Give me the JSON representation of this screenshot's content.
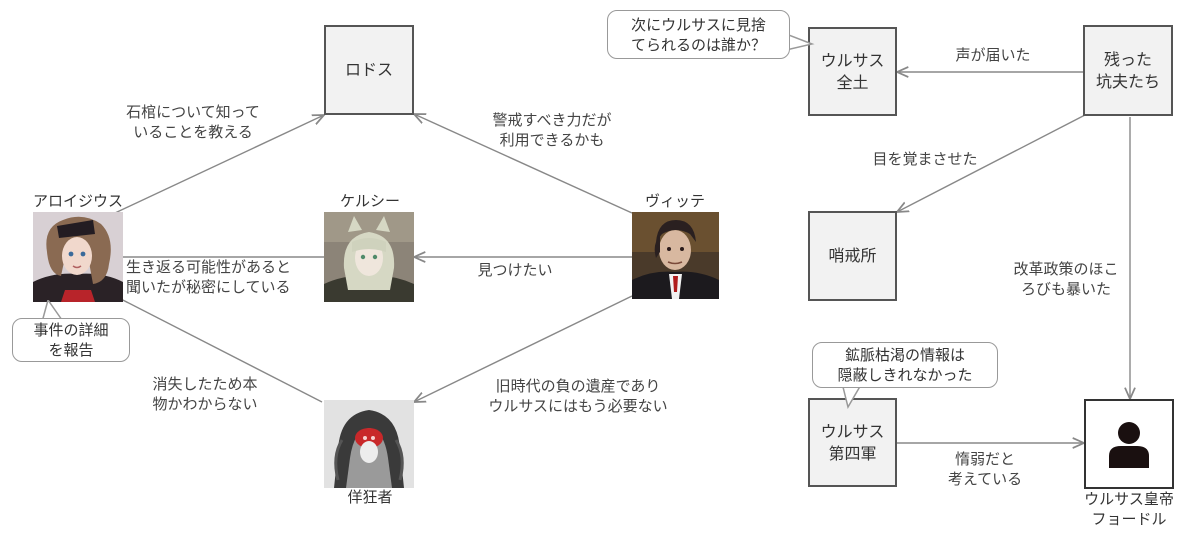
{
  "nodes": {
    "rhodes": "ロドス",
    "ursus_all": "ウルサス\n全土",
    "miners": "残った\n坑夫たち",
    "outpost": "哨戒所",
    "fourth_army": "ウルサス\n第四軍"
  },
  "characters": {
    "aloysius": "アロイジウス",
    "kal_tsit": "ケルシー",
    "witte": "ヴィッテ",
    "feigner": "佯狂者",
    "emperor": "ウルサス皇帝\nフョードル"
  },
  "edges": {
    "aloysius_rhodes": "石棺について知って\nいることを教える",
    "witte_rhodes": "警戒すべき力だが\n利用できるかも",
    "aloysius_kaltsit": "生き返る可能性があると\n聞いたが秘密にしている",
    "witte_kaltsit": "見つけたい",
    "aloysius_feigner": "消失したため本\n物かわからない",
    "witte_feigner": "旧時代の負の遺産であり\nウルサスにはもう必要ない",
    "miners_ursus": "声が届いた",
    "miners_outpost": "目を覚まさせた",
    "miners_emperor": "改革政策のほこ\nろびも暴いた",
    "army_emperor": "惰弱だと\n考えている"
  },
  "bubbles": {
    "aloysius": "事件の詳細\nを報告",
    "ursus_all": "次にウルサスに見捨\nてられるのは誰か？",
    "fourth_army": "鉱脈枯渇の情報は\n隠蔽しきれなかった"
  },
  "icons": {
    "emperor": "person-icon",
    "aloysius": "portrait-aloysius-icon",
    "kal_tsit": "portrait-kaltsit-icon",
    "witte": "portrait-witte-icon",
    "feigner": "portrait-feigner-icon"
  },
  "colors": {
    "box_fill": "#f2f2f2",
    "box_border": "#555555",
    "line": "#888888",
    "text": "#333333"
  }
}
